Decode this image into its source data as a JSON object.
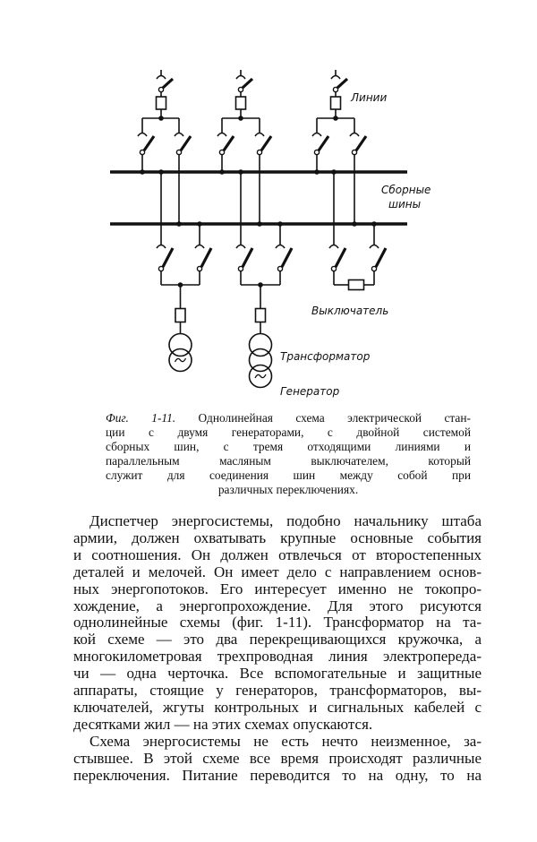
{
  "figure": {
    "labels": {
      "lines": "Линии",
      "busbars_1": "Сборные",
      "busbars_2": "шины",
      "breaker": "Выключатель",
      "transformer": "Трансформатор",
      "generator": "Генератор"
    }
  },
  "caption": {
    "figure_ref": "Фиг. 1-11.",
    "lines": [
      "Однолинейная схема электрической стан-",
      "ции с двумя генераторами, с двойной системой",
      "сборных шин, с тремя отходящими линиями и",
      "параллельным масляным выключателем, который",
      "служит для соединения шин между собой при",
      "различных переключениях."
    ]
  },
  "body": {
    "lines": [
      "Диспетчер энергосистемы, подобно начальнику штаба",
      "армии, должен охватывать крупные основные события",
      "и соотношения. Он должен отвлечься от второстепенных",
      "деталей и мелочей. Он имеет дело с направлением основ-",
      "ных энергопотоков. Его интересует именно не токопро-",
      "хождение, а энергопрохождение. Для этого рисуются",
      "однолинейные схемы (фиг. 1-11). Трансформатор на та-",
      "кой схеме — это два перекрещивающихся кружочка, а",
      "многокилометровая трехпроводная линия электропереда-",
      "чи — одна черточка. Все вспомогательные и защитные",
      "аппараты, стоящие у генераторов, трансформаторов, вы-",
      "ключателей, жгуты контрольных и сигнальных кабелей с",
      "десятками жил — на этих схемах опускаются.",
      "Схема энергосистемы не есть нечто неизменное, за-",
      "стывшее. В этой схеме все время происходят различные",
      "переключения. Питание переводится то на одну, то на"
    ]
  }
}
